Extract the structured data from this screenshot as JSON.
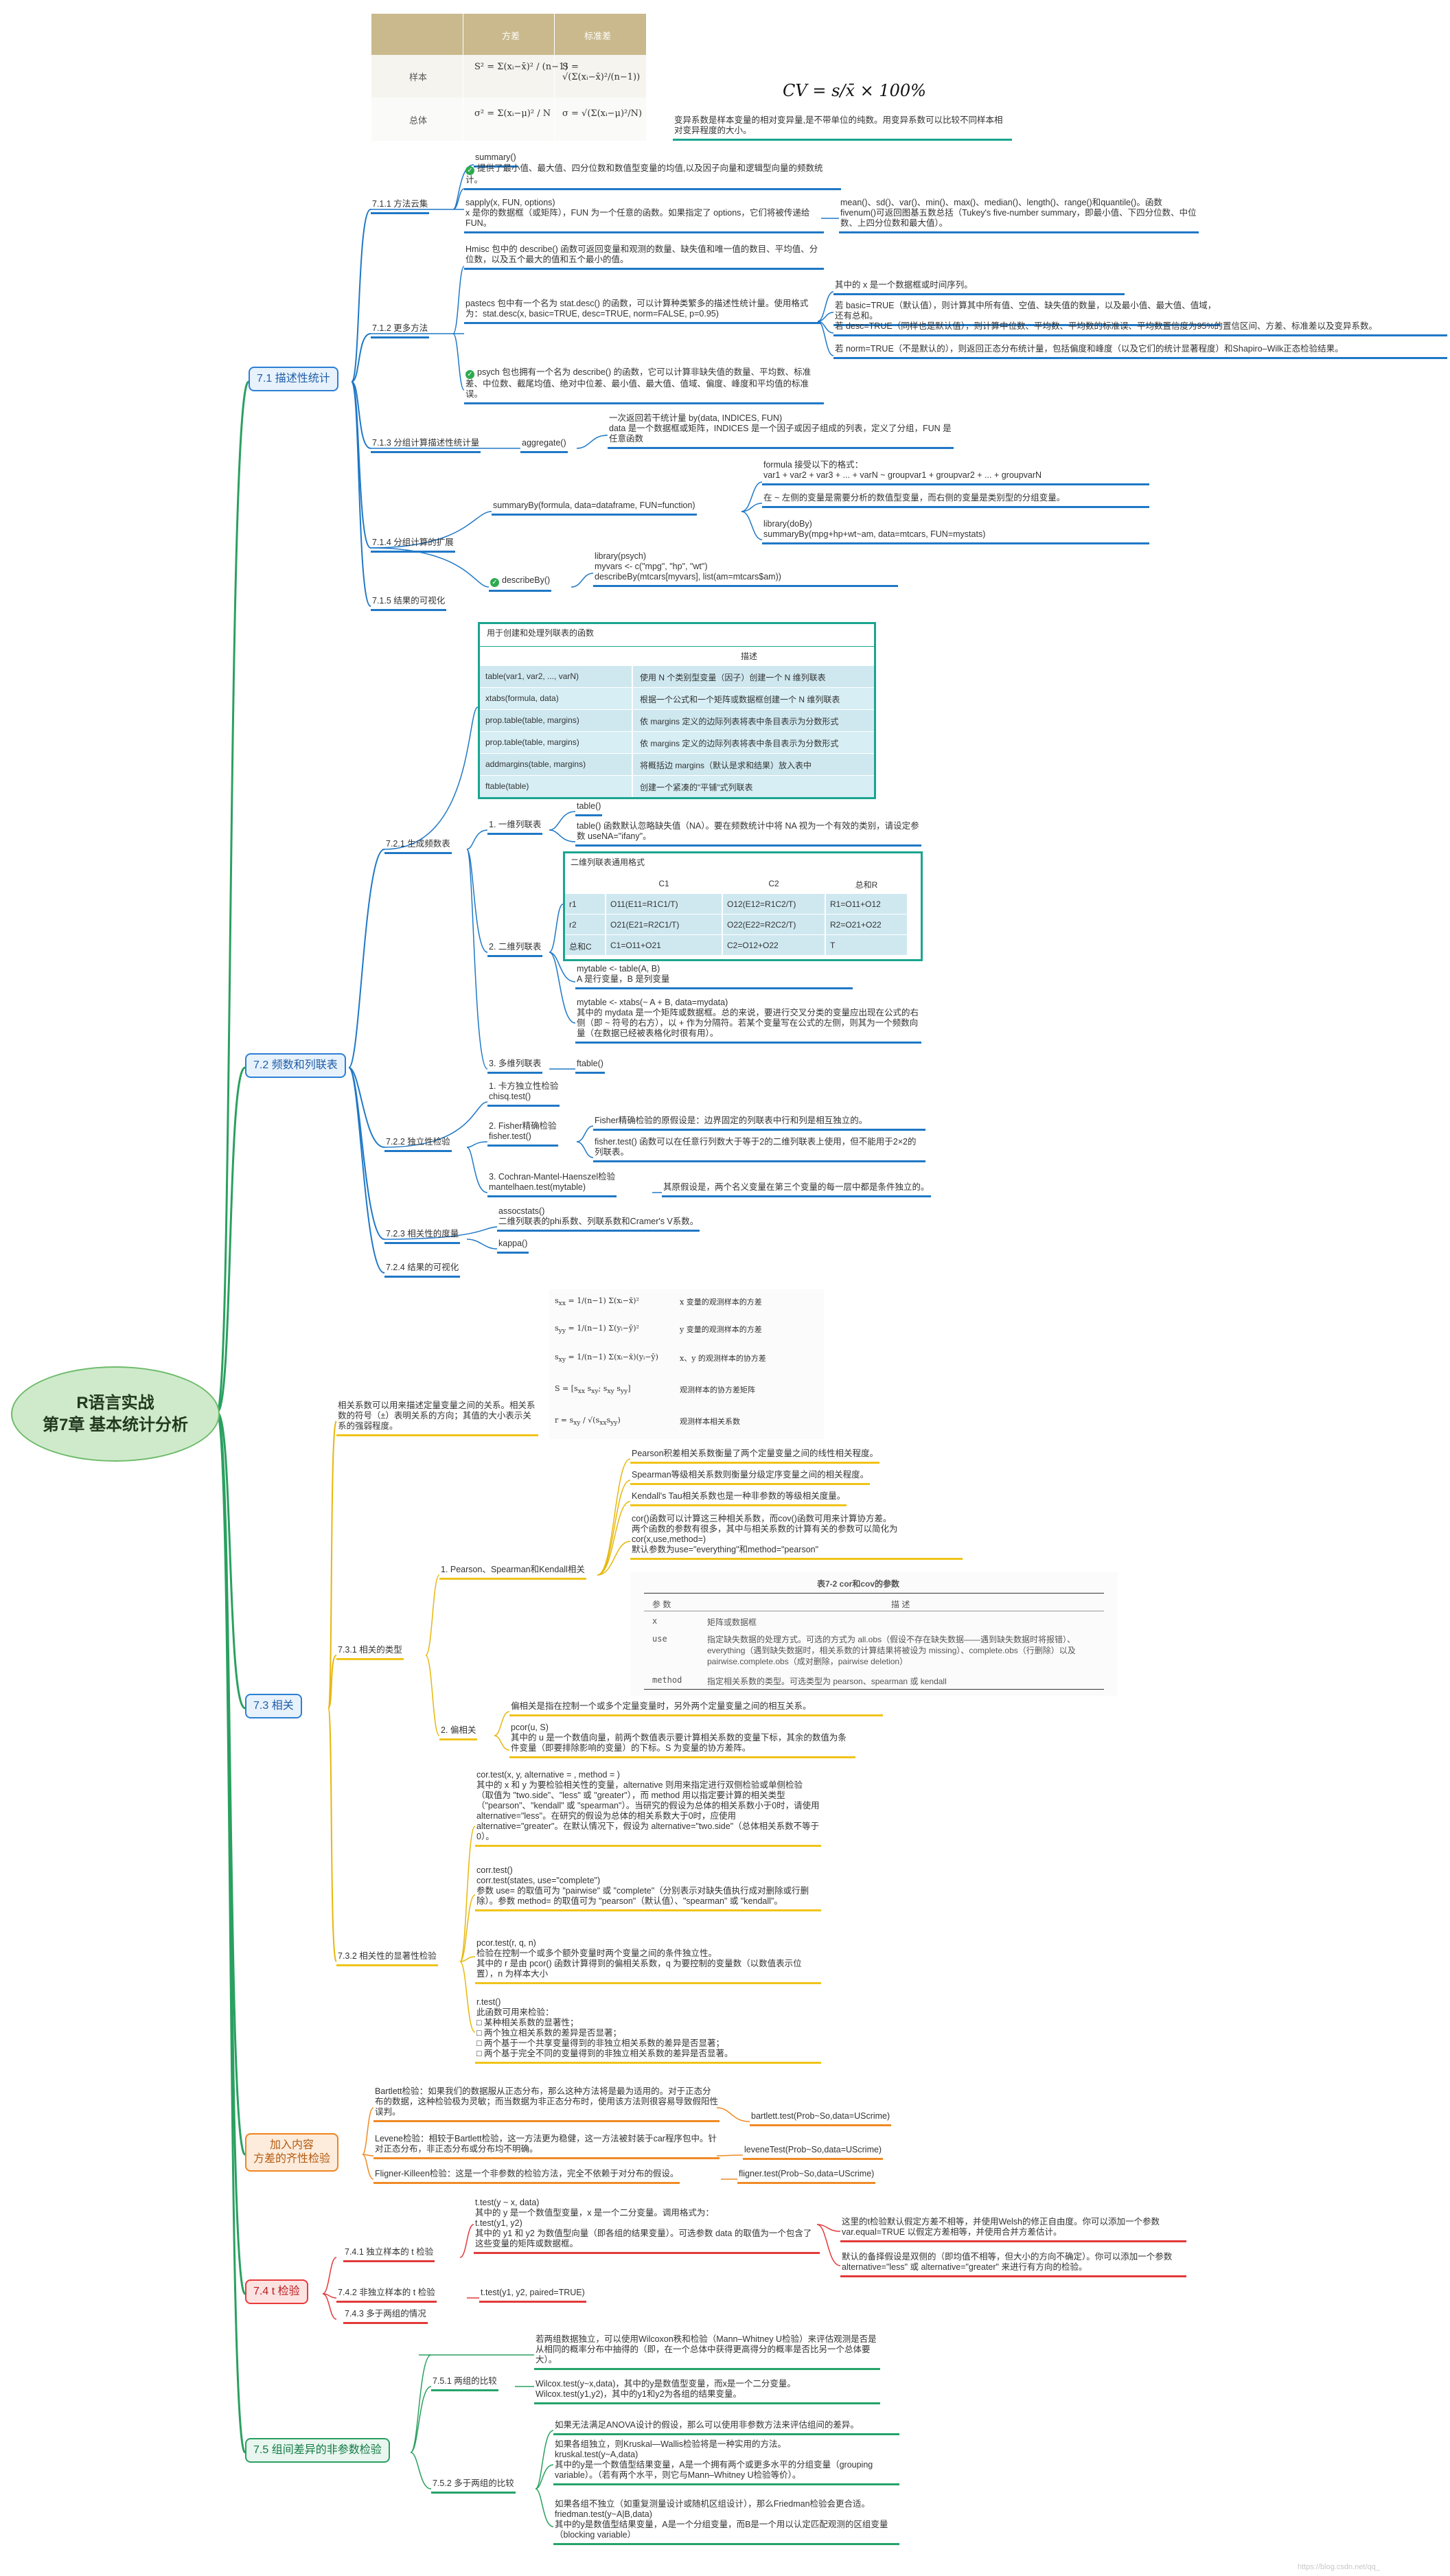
{
  "root": {
    "line1": "R语言实战",
    "line2": "第7章 基本统计分析"
  },
  "branches": {
    "b71": "7.1 描述性统计",
    "b72": "7.2 频数和列联表",
    "b73": "7.3 相关",
    "bx": "加入内容\n方差的齐性检验",
    "b74": "7.4 t 检验",
    "b75": "7.5 组间差异的非参数检验"
  },
  "stat_table": {
    "h1": "方差",
    "h2": "标准差",
    "r1": "样本",
    "r2": "总体"
  },
  "cv_formula": "CV = s/x̄ × 100%",
  "cv_note": "变异系数是样本变量的相对变异量,是不带单位的纯数。用变异系数可以比较不同样本相对变异程度的大小。",
  "s711": {
    "title": "7.1.1 方法云集",
    "n1": "summary()",
    "n1b": "提供了最小值、最大值、四分位数和数值型变量的均值,以及因子向量和逻辑型向量的频数统计。",
    "n2": "sapply(x, FUN, options)\nx 是你的数据框（或矩阵），FUN 为一个任意的函数。如果指定了 options，它们将被传递给 FUN。",
    "n3": "mean()、sd()、var()、min()、max()、median()、length()、range()和quantile()。函数 fivenum()可返回图基五数总括（Tukey's five-number summary，即最小值、下四分位数、中位数、上四分位数和最大值）。"
  },
  "s712": {
    "title": "7.1.2 更多方法",
    "n1": "Hmisc 包中的 describe() 函数可返回变量和观测的数量、缺失值和唯一值的数目、平均值、分位数，以及五个最大的值和五个最小的值。",
    "n2": "pastecs 包中有一个名为 stat.desc() 的函数，可以计算种类繁多的描述性统计量。使用格式为：stat.desc(x, basic=TRUE, desc=TRUE, norm=FALSE, p=0.95)",
    "n3": "其中的 x 是一个数据框或时间序列。",
    "n4": "若 basic=TRUE（默认值），则计算其中所有值、空值、缺失值的数量，以及最小值、最大值、值域，还有总和。",
    "n5": "若 desc=TRUE（同样也是默认值），则计算中位数、平均数、平均数的标准误、平均数置信度为95%的置信区间、方差、标准差以及变异系数。",
    "n6": "若 norm=TRUE（不是默认的），则返回正态分布统计量，包括偏度和峰度（以及它们的统计显著程度）和Shapiro–Wilk正态检验结果。",
    "n7": "psych 包也拥有一个名为 describe() 的函数，它可以计算非缺失值的数量、平均数、标准差、中位数、截尾均值、绝对中位差、最小值、最大值、值域、偏度、峰度和平均值的标准误。"
  },
  "s713": {
    "title": "7.1.3 分组计算描述性统计量",
    "n1": "aggregate()",
    "n2": "一次返回若干统计量 by(data, INDICES, FUN)\ndata 是一个数据框或矩阵，INDICES 是一个因子或因子组成的列表，定义了分组，FUN 是任意函数"
  },
  "s714": {
    "title": "7.1.4 分组计算的扩展",
    "n1": "summaryBy(formula, data=dataframe, FUN=function)",
    "n2": "formula 接受以下的格式：\nvar1 + var2 + var3 + ... + varN ~ groupvar1 + groupvar2 + ... + groupvarN",
    "n3": "在 ~ 左侧的变量是需要分析的数值型变量，而右侧的变量是类别型的分组变量。",
    "n4": "library(doBy)\nsummaryBy(mpg+hp+wt~am, data=mtcars, FUN=mystats)",
    "n5": "describeBy()",
    "n6": "library(psych)\nmyvars <- c(\"mpg\", \"hp\", \"wt\")\ndescribeBy(mtcars[myvars], list(am=mtcars$am))"
  },
  "s715": {
    "title": "7.1.5 结果的可视化"
  },
  "s721": {
    "title": "7.2.1 生成频数表",
    "tableTitle": "用于创建和处理列联表的函数",
    "desc": "描述",
    "rows": [
      [
        "table(var1, var2, ..., varN)",
        "使用 N 个类别型变量（因子）创建一个 N 维列联表"
      ],
      [
        "xtabs(formula, data)",
        "根据一个公式和一个矩阵或数据框创建一个 N 维列联表"
      ],
      [
        "prop.table(table, margins)",
        "依 margins 定义的边际列表将表中条目表示为分数形式"
      ],
      [
        "prop.table(table, margins)",
        "依 margins 定义的边际列表将表中条目表示为分数形式"
      ],
      [
        "addmargins(table, margins)",
        "将概括边 margins（默认是求和结果）放入表中"
      ],
      [
        "ftable(table)",
        "创建一个紧凑的\"平铺\"式列联表"
      ]
    ],
    "one": "1. 一维列联表",
    "oneA": "table()",
    "oneB": "table() 函数默认忽略缺失值（NA）。要在频数统计中将 NA 视为一个有效的类别，请设定参数 useNA=\"ifany\"。",
    "two": "2. 二维列联表",
    "twoTitle": "二维列联表通用格式",
    "twoHead": [
      "",
      "C1",
      "C2",
      "总和R"
    ],
    "twoRows": [
      [
        "r1",
        "O11(E11=R1C1/T)",
        "O12(E12=R1C2/T)",
        "R1=O11+O12"
      ],
      [
        "r2",
        "O21(E21=R2C1/T)",
        "O22(E22=R2C2/T)",
        "R2=O21+O22"
      ],
      [
        "总和C",
        "C1=O11+O21",
        "C2=O12+O22",
        "T"
      ]
    ],
    "twoA": "mytable <- table(A, B)\nA 是行变量，B 是列变量",
    "twoB": "mytable <- xtabs(~ A + B, data=mydata)\n其中的 mydata 是一个矩阵或数据框。总的来说，要进行交叉分类的变量应出现在公式的右侧（即 ~ 符号的右方），以 + 作为分隔符。若某个变量写在公式的左侧，则其为一个频数向量（在数据已经被表格化时很有用）。",
    "three": "3. 多维列联表",
    "threeA": "ftable()"
  },
  "s722": {
    "title": "7.2.2 独立性检验",
    "a": "1. 卡方独立性检验\nchisq.test()",
    "b": "2. Fisher精确检验\nfisher.test()",
    "bA": "Fisher精确检验的原假设是：边界固定的列联表中行和列是相互独立的。",
    "bB": "fisher.test() 函数可以在任意行列数大于等于2的二维列联表上使用，但不能用于2×2的列联表。",
    "c": "3. Cochran-Mantel-Haenszel检验\nmantelhaen.test(mytable)",
    "cA": "其原假设是，两个名义变量在第三个变量的每一层中都是条件独立的。"
  },
  "s723": {
    "title": "7.2.3 相关性的度量",
    "a": "assocstats()\n二维列联表的phi系数、列联系数和Cramer's V系数。",
    "b": "kappa()"
  },
  "s724": {
    "title": "7.2.4 结果的可视化"
  },
  "s73": {
    "intro": "相关系数可以用来描述定量变量之间的关系。相关系数的符号（±）表明关系的方向；其值的大小表示关系的强弱程度。",
    "f1": "x 变量的观测样本的方差",
    "f2": "y 变量的观测样本的方差",
    "f3": "x、y 的观测样本的协方差",
    "f4": "观测样本的协方差矩阵",
    "f5": "观测样本相关系数"
  },
  "s731": {
    "title": "7.3.1 相关的类型",
    "p": "1. Pearson、Spearman和Kendall相关",
    "pA": "Pearson积差相关系数衡量了两个定量变量之间的线性相关程度。",
    "pB": "Spearman等级相关系数则衡量分级定序变量之间的相关程度。",
    "pC": "Kendall's Tau相关系数也是一种非参数的等级相关度量。",
    "pD": "cor()函数可以计算这三种相关系数，而cov()函数可用来计算协方差。\n两个函数的参数有很多，其中与相关系数的计算有关的参数可以简化为\ncor(x,use,method=)\n默认参数为use=\"everything\"和method=\"pearson\"",
    "bookTitle": "表7-2  cor和cov的参数",
    "bookH1": "参  数",
    "bookH2": "描  述",
    "bookR1a": "x",
    "bookR1b": "矩阵或数据框",
    "bookR2a": "use",
    "bookR2b": "指定缺失数据的处理方式。可选的方式为 all.obs（假设不存在缺失数据——遇到缺失数据时将报错）、everything（遇到缺失数据时，相关系数的计算结果将被设为 missing）、complete.obs（行删除）以及 pairwise.complete.obs（成对删除，pairwise deletion）",
    "bookR3a": "method",
    "bookR3b": "指定相关系数的类型。可选类型为 pearson、spearman 或 kendall",
    "q": "2. 偏相关",
    "qA": "偏相关是指在控制一个或多个定量变量时，另外两个定量变量之间的相互关系。",
    "qB": "pcor(u, S)\n其中的 u 是一个数值向量，前两个数值表示要计算相关系数的变量下标，其余的数值为条件变量（即要排除影响的变量）的下标。S 为变量的协方差阵。"
  },
  "s732": {
    "title": "7.3.2 相关性的显著性检验",
    "a": "cor.test(x, y, alternative = , method = )\n其中的 x 和 y 为要检验相关性的变量，alternative 则用来指定进行双侧检验或单侧检验（取值为 \"two.side\"、\"less\" 或 \"greater\"），而 method 用以指定要计算的相关类型（\"pearson\"、\"kendall\" 或 \"spearman\"）。当研究的假设为总体的相关系数小于0时，请使用alternative=\"less\"。在研究的假设为总体的相关系数大于0时，应使用alternative=\"greater\"。在默认情况下，假设为 alternative=\"two.side\"（总体相关系数不等于0）。",
    "b": "corr.test()\ncorr.test(states, use=\"complete\")\n参数 use= 的取值可为 \"pairwise\" 或 \"complete\"（分别表示对缺失值执行成对删除或行删除）。参数 method= 的取值可为 \"pearson\"（默认值）、\"spearman\" 或 \"kendall\"。",
    "c": "pcor.test(r, q, n)\n检验在控制一个或多个额外变量时两个变量之间的条件独立性。\n其中的 r 是由 pcor() 函数计算得到的偏相关系数，q 为要控制的变量数（以数值表示位置），n 为样本大小",
    "d": "r.test()\n此函数可用来检验：\n□ 某种相关系数的显著性；\n□ 两个独立相关系数的差异是否显著；\n□ 两个基于一个共享变量得到的非独立相关系数的差异是否显著；\n□ 两个基于完全不同的变量得到的非独立相关系数的差异是否显著。"
  },
  "sx": {
    "a": "Bartlett检验：如果我们的数据服从正态分布，那么这种方法将是最为适用的。对于正态分布的数据，这种检验极为灵敏；而当数据为非正态分布时，使用该方法则很容易导致假阳性误判。",
    "aA": "bartlett.test(Prob~So,data=UScrime)",
    "b": "Levene检验：相较于Bartlett检验，这一方法更为稳健，这一方法被封装于car程序包中。针对正态分布，非正态分布或分布均不明确。",
    "bA": "leveneTest(Prob~So,data=UScrime)",
    "c": "Fligner-Killeen检验：这是一个非参数的检验方法，完全不依赖于对分布的假设。",
    "cA": "fligner.test(Prob~So,data=UScrime)"
  },
  "s741": {
    "title": "7.4.1 独立样本的 t 检验",
    "a": "t.test(y ~ x, data)\n其中的 y 是一个数值型变量，x 是一个二分变量。调用格式为：\nt.test(y1, y2)\n其中的 y1 和 y2 为数值型向量（即各组的结果变量）。可选参数 data 的取值为一个包含了这些变量的矩阵或数据框。",
    "b": "这里的t检验默认假定方差不相等，并使用Welsh的修正自由度。你可以添加一个参数 var.equal=TRUE 以假定方差相等，并使用合并方差估计。",
    "c": "默认的备择假设是双侧的（即均值不相等，但大小的方向不确定）。你可以添加一个参数alternative=\"less\" 或 alternative=\"greater\" 来进行有方向的检验。"
  },
  "s742": {
    "title": "7.4.2 非独立样本的 t 检验",
    "a": "t.test(y1, y2, paired=TRUE)"
  },
  "s743": {
    "title": "7.4.3 多于两组的情况"
  },
  "s75": {
    "intro": "若两组数据独立，可以使用Wilcoxon秩和检验（Mann–Whitney U检验）来评估观测是否是从相同的概率分布中抽得的（即，在一个总体中获得更高得分的概率是否比另一个总体要大）。",
    "t1": "7.5.1 两组的比较",
    "t1a": "Wilcox.test(y~x,data)，其中的y是数值型变量，而x是一个二分变量。\nWilcox.test(y1,y2)，其中的y1和y2为各组的结果变量。",
    "t2": "7.5.2 多于两组的比较",
    "t2a": "如果无法满足ANOVA设计的假设，那么可以使用非参数方法来评估组间的差异。",
    "t2b": "如果各组独立，则Kruskal—Wallis检验将是一种实用的方法。\nkruskal.test(y~A,data)\n其中的y是一个数值型结果变量，A是一个拥有两个或更多水平的分组变量（grouping variable）。（若有两个水平，则它与Mann–Whitney U检验等价）。",
    "t2c": "如果各组不独立（如重复测量设计或随机区组设计），那么Friedman检验会更合适。\nfriedman.test(y~A|B,data)\n其中的y是数值型结果变量，A是一个分组变量，而B是一个用以认定匹配观测的区组变量（blocking variable）"
  },
  "watermark": "https://blog.csdn.net/qq_"
}
